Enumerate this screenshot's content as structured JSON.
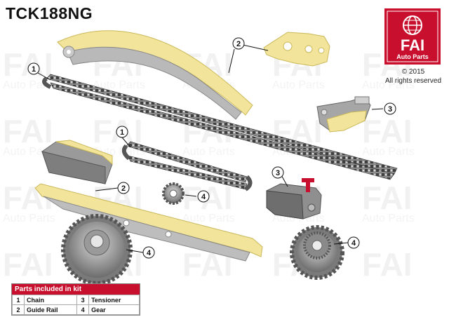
{
  "title": "TCK188NG",
  "logo": {
    "word": "FAI",
    "tagline": "Auto Parts",
    "brand_color": "#c8102e"
  },
  "copyright": {
    "line1": "© 2015",
    "line2": "All rights reserved"
  },
  "callouts": {
    "one_a": "1",
    "one_b": "1",
    "two_a": "2",
    "two_b": "2",
    "three_a": "3",
    "three_b": "3",
    "four_a": "4",
    "four_b": "4",
    "four_c": "4"
  },
  "legend": {
    "heading": "Parts included in kit",
    "rows": [
      {
        "n1": "1",
        "l1": "Chain",
        "n2": "3",
        "l2": "Tensioner"
      },
      {
        "n1": "2",
        "l1": "Guide Rail",
        "n2": "4",
        "l2": "Gear"
      }
    ]
  },
  "colors": {
    "guide_yellow": "#f2e49a",
    "metal": "#8f8f8f",
    "chain": "#555555"
  }
}
